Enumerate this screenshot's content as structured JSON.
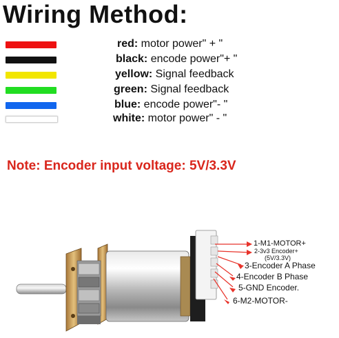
{
  "title": "Wiring Method:",
  "wires": [
    {
      "color_name": "red:",
      "desc": " motor power\" + \"",
      "hex": "#ee1111"
    },
    {
      "color_name": "black:",
      "desc": " encode power\"+ \"",
      "hex": "#111111"
    },
    {
      "color_name": "yellow:",
      "desc": " Signal feedback",
      "hex": "#f2e600"
    },
    {
      "color_name": "green:",
      "desc": " Signal feedback",
      "hex": "#22dd22"
    },
    {
      "color_name": "blue:",
      "desc": " encode power\"- \"",
      "hex": "#1166ee"
    },
    {
      "color_name": "white:",
      "desc": " motor power\" - \"",
      "hex": "#ffffff"
    }
  ],
  "note": "Note: Encoder input voltage: 5V/3.3V",
  "pins": [
    {
      "label": "1-M1-MOTOR+"
    },
    {
      "label": "2-3v3 Encoder+",
      "sub": "(5V/3.3V)"
    },
    {
      "label": "3-Encoder A Phase"
    },
    {
      "label": "4-Encoder B Phase"
    },
    {
      "label": "5-GND Encoder."
    },
    {
      "label": "6-M2-MOTOR-"
    }
  ],
  "colors": {
    "note": "#d9261c",
    "arrow": "#e8332a",
    "brass": "#c9a05a"
  }
}
